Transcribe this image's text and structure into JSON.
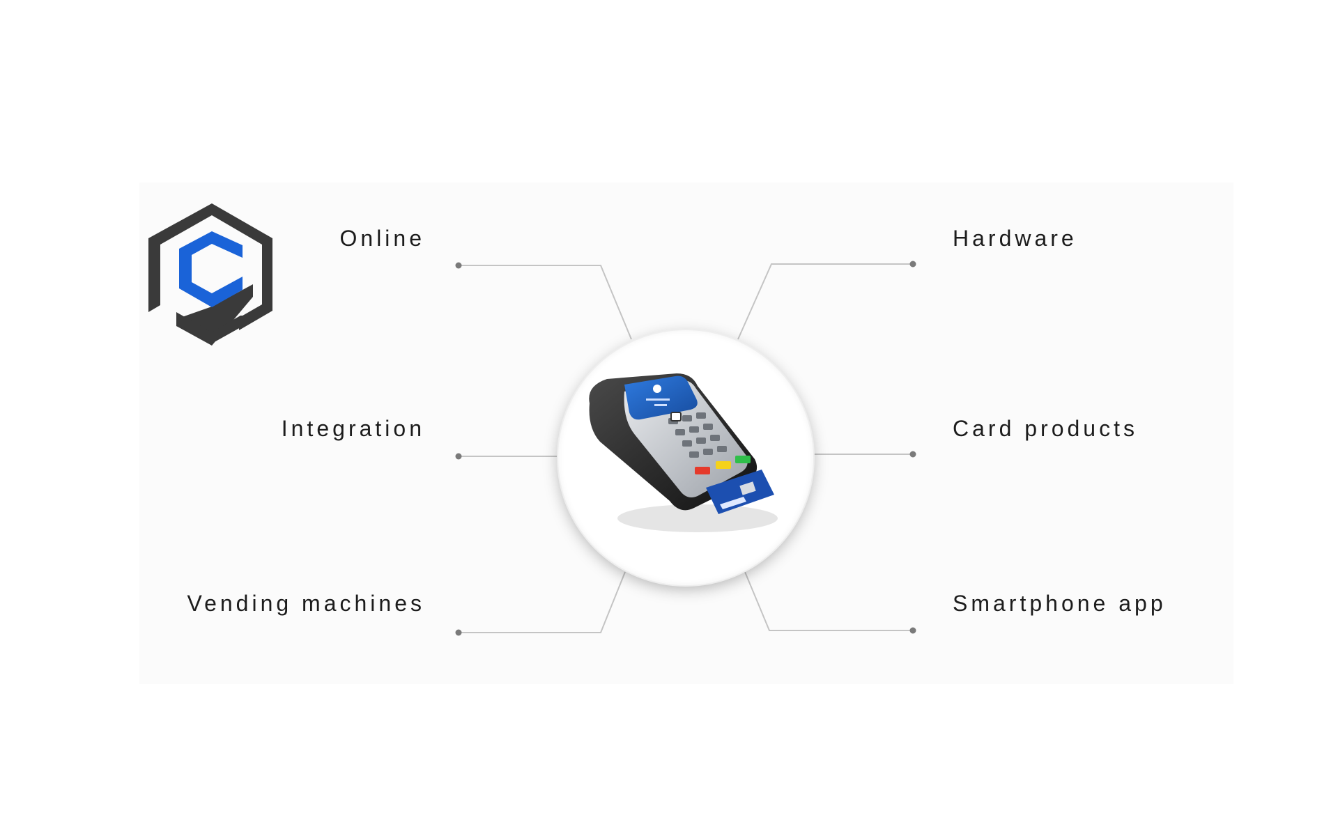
{
  "labels": {
    "online": "Online",
    "integration": "Integration",
    "vending": "Vending machines",
    "hardware": "Hardware",
    "card_products": "Card products",
    "smartphone_app": "Smartphone app"
  },
  "colors": {
    "logo_dark": "#3a3a3a",
    "logo_blue": "#1a63d8",
    "line": "#c4c4c4",
    "dot": "#7a7a7a"
  },
  "icons": {
    "logo": "hexagon-c-logo",
    "terminal": "payment-terminal-icon"
  }
}
